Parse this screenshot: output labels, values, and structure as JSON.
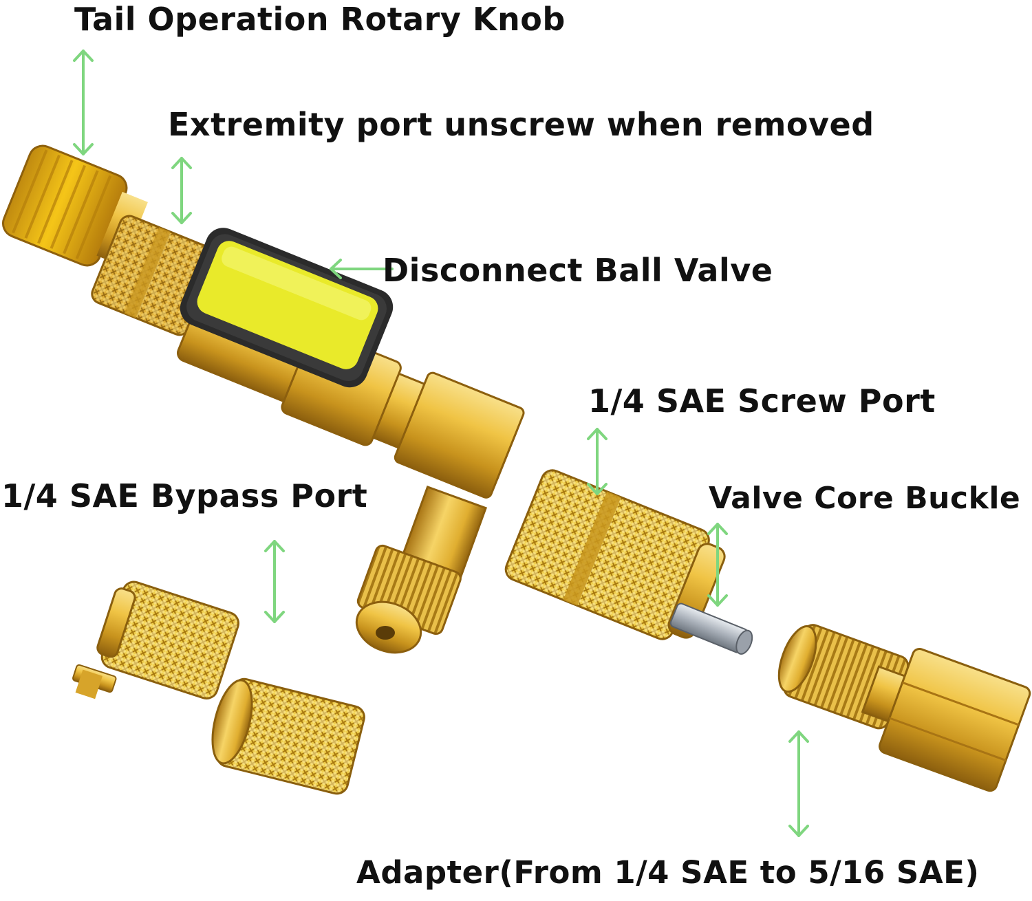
{
  "labels": {
    "tail_knob": "Tail Operation Rotary Knob",
    "extremity_port": "Extremity port unscrew when removed",
    "ball_valve": "Disconnect Ball Valve",
    "screw_port": "1/4 SAE Screw Port",
    "bypass_port": "1/4 SAE Bypass Port",
    "core_buckle": "Valve Core Buckle",
    "adapter": "Adapter(From 1/4 SAE to 5/16 SAE)"
  },
  "colors": {
    "arrow": "#7fd67f",
    "brass_light": "#f5d46a",
    "brass_mid": "#d9a72a",
    "brass_dark": "#9a6d12",
    "handle_yellow": "#e9ea2a",
    "handle_black": "#2b2b2b",
    "pin_silver": "#b9bfc7",
    "text": "#111111"
  }
}
